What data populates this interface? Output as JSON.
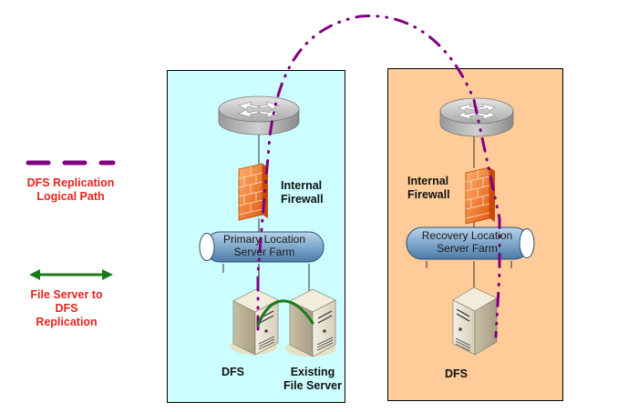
{
  "legend": {
    "dfs_path_label": "DFS Replication Logical Path",
    "file_server_label": "File Server to DFS Replication"
  },
  "primary": {
    "firewall_label": "Internal Firewall",
    "server_farm_label": "Primary Location Server Farm",
    "dfs_label": "DFS",
    "file_server_label": "Existing File Server"
  },
  "recovery": {
    "firewall_label": "Internal Firewall",
    "server_farm_label": "Recovery Location Server Farm",
    "dfs_label": "DFS"
  },
  "colors": {
    "primary_bg": "#ccfdff",
    "recovery_bg": "#ffcc99",
    "dfs_path": "#800080",
    "replication_arrow": "#1a7a1a",
    "legend_text": "#e8231f"
  }
}
